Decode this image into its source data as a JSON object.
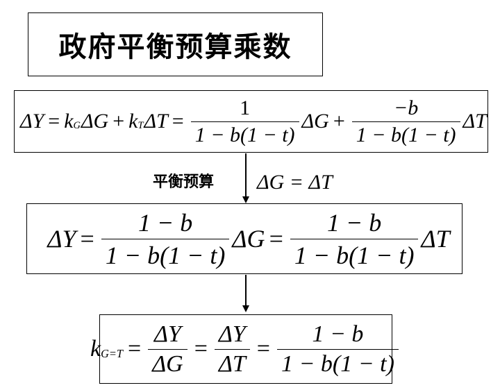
{
  "title": "政府平衡预算乘数",
  "annotation": {
    "label": "平衡预算",
    "condition": "ΔG = ΔT"
  },
  "eq1": {
    "delta_y": "ΔY",
    "eq": "=",
    "k": "k",
    "sub_g": "G",
    "delta_g": "ΔG",
    "plus": "+",
    "sub_t": "T",
    "delta_t": "ΔT",
    "num1": "1",
    "den": "1 − b(1 − t)",
    "num2": "−b"
  },
  "eq2": {
    "delta_y": "ΔY",
    "eq": "=",
    "num": "1 − b",
    "den": "1 − b(1 − t)",
    "delta_g": "ΔG",
    "delta_t": "ΔT"
  },
  "eq3": {
    "k": "k",
    "sub": "G=T",
    "eq": "=",
    "delta_y": "ΔY",
    "delta_g": "ΔG",
    "delta_t": "ΔT",
    "num": "1 − b",
    "den": "1 − b(1 − t)"
  }
}
